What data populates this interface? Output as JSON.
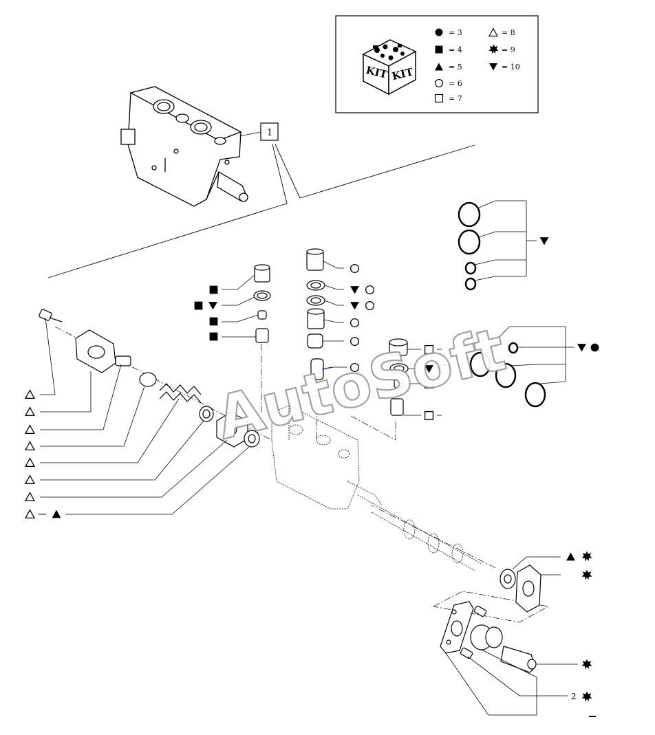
{
  "watermark": "AutoSoft",
  "kit_legend": {
    "box_label": "KIT",
    "entries": [
      {
        "symbol": "filled-circle",
        "text": "= 3"
      },
      {
        "symbol": "filled-square",
        "text": "= 4"
      },
      {
        "symbol": "filled-triangle-up",
        "text": "= 5"
      },
      {
        "symbol": "open-circle",
        "text": "= 6"
      },
      {
        "symbol": "open-square",
        "text": "= 7"
      },
      {
        "symbol": "open-triangle-up",
        "text": "= 8"
      },
      {
        "symbol": "star",
        "text": "= 9"
      },
      {
        "symbol": "filled-triangle-down",
        "text": "= 10"
      }
    ]
  },
  "callouts": {
    "ref_1": "1",
    "ref_2": "2"
  },
  "colors": {
    "line": "#000000",
    "watermark_outline": "#9a9a9a"
  }
}
